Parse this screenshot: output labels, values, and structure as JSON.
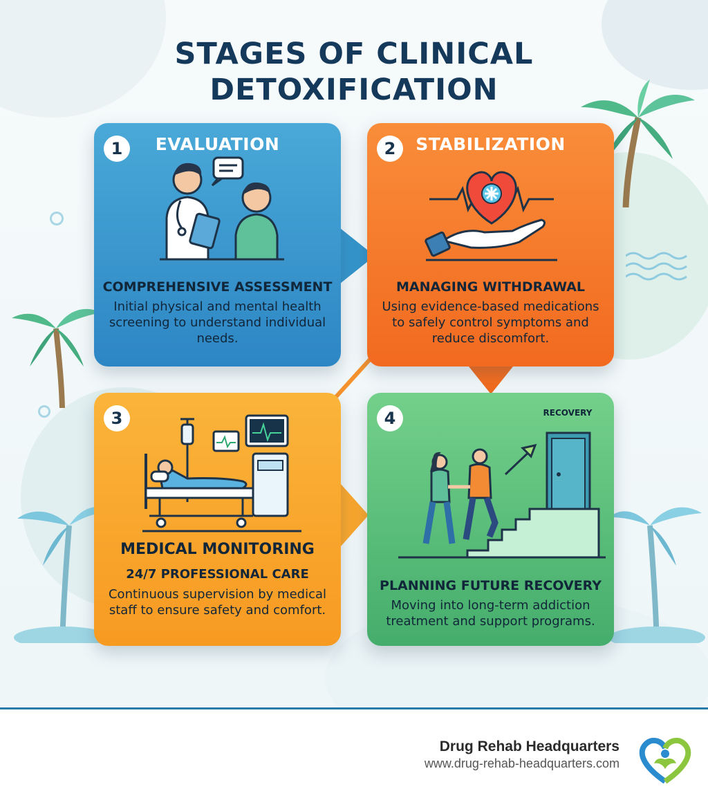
{
  "title": {
    "line1": "STAGES OF CLINICAL",
    "line2": "DETOXIFICATION"
  },
  "stages": [
    {
      "number": "1",
      "title": "EVALUATION",
      "heading": "COMPREHENSIVE ASSESSMENT",
      "description": "Initial physical and mental health screening to understand individual needs.",
      "color": "#3a98d0"
    },
    {
      "number": "2",
      "title": "STABILIZATION",
      "heading": "MANAGING WITHDRAWAL",
      "description": "Using evidence-based medications to safely control symptoms and reduce discomfort.",
      "color": "#f47a2b"
    },
    {
      "number": "3",
      "title": "",
      "heading": "MEDICAL MONITORING",
      "subheading": "24/7 PROFESSIONAL CARE",
      "description": "Continuous supervision by medical staff to ensure safety and comfort.",
      "color": "#f9a72e"
    },
    {
      "number": "4",
      "title": "",
      "door_label": "RECOVERY",
      "heading": "PLANNING FUTURE RECOVERY",
      "description": "Moving into long-term addiction treatment and support programs.",
      "color": "#5cbf7b"
    }
  ],
  "footer": {
    "brand": "Drug Rehab Headquarters",
    "url": "www.drug-rehab-headquarters.com",
    "accent": "#2a7ca8"
  }
}
